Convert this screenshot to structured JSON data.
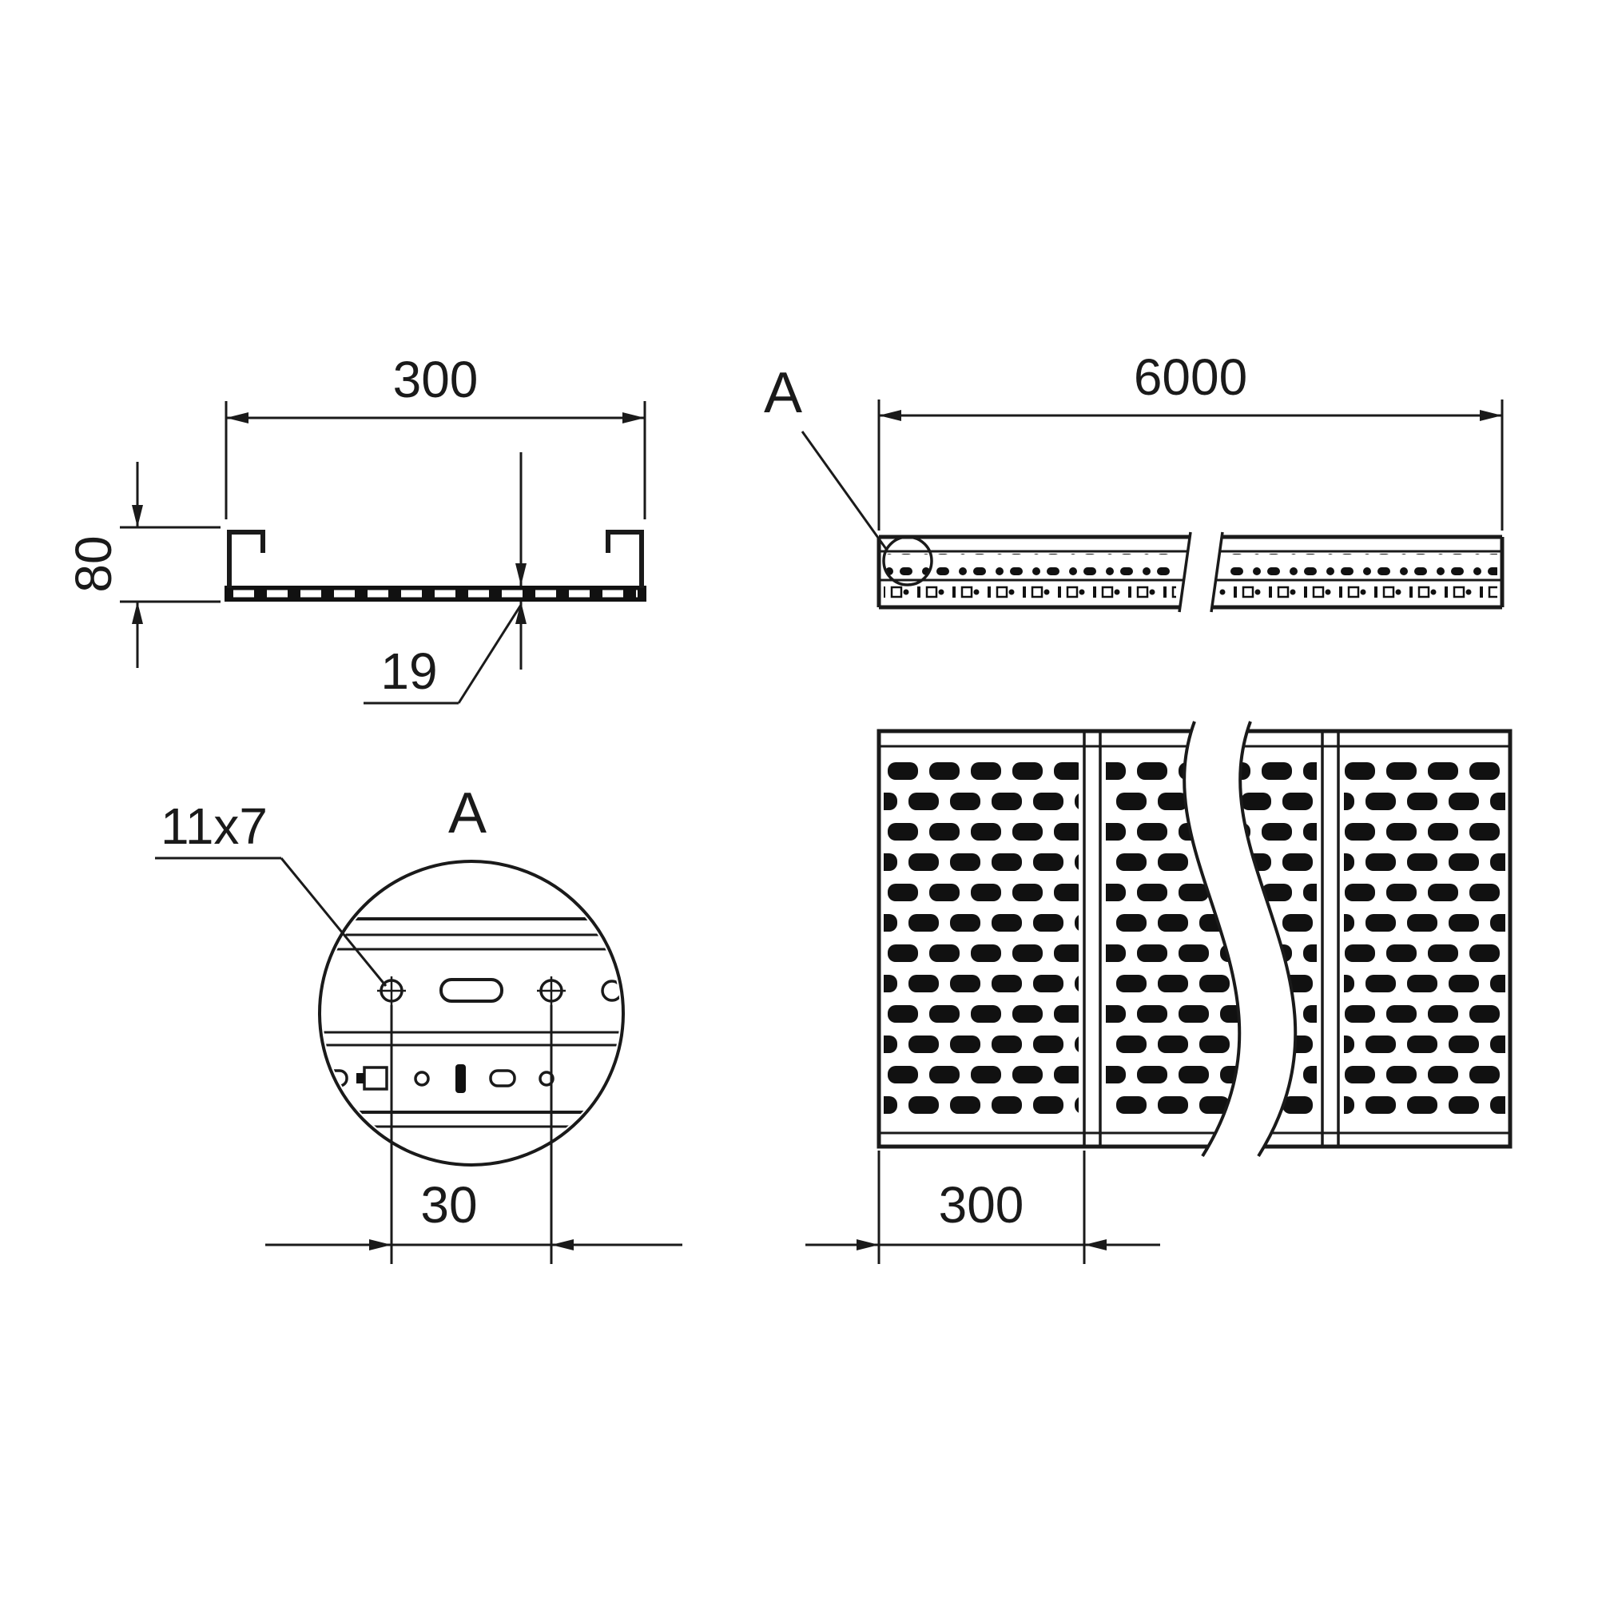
{
  "colors": {
    "line": "#1a1a1a",
    "fill": "#111111",
    "background": "#ffffff"
  },
  "views": {
    "cross_section": {
      "width_label": "300",
      "height_label": "80",
      "edge_height_label": "19"
    },
    "side_view": {
      "length_label": "6000",
      "detail_marker_label": "A"
    },
    "detail_a": {
      "title_label": "A",
      "slot_size_label": "11x7",
      "pitch_label": "30"
    },
    "plan_view": {
      "width_label": "300"
    }
  }
}
